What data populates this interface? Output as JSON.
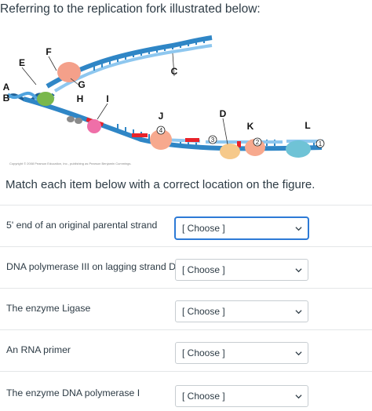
{
  "question": {
    "title": "Referring to the replication fork illustrated below:",
    "instruction": "Match each item below with a correct location on the figure."
  },
  "figure": {
    "letters": [
      "A",
      "B",
      "C",
      "D",
      "E",
      "F",
      "G",
      "H",
      "I",
      "J",
      "K",
      "L"
    ],
    "numbers": [
      "1",
      "2",
      "3",
      "4"
    ],
    "copyright": "Copyright © 2008 Pearson Education, Inc., publishing as Pearson Benjamin Cummings."
  },
  "matches": [
    {
      "label": "5' end of an original parental strand",
      "selected": "[ Choose ]",
      "focused": true
    },
    {
      "label": "DNA polymerase III on lagging strand DNA",
      "selected": "[ Choose ]",
      "focused": false
    },
    {
      "label": "The enzyme Ligase",
      "selected": "[ Choose ]",
      "focused": false
    },
    {
      "label": "An RNA primer",
      "selected": "[ Choose ]",
      "focused": false
    },
    {
      "label": "The enzyme DNA polymerase I",
      "selected": "[ Choose ]",
      "focused": false
    }
  ],
  "colors": {
    "strand": "#2f86c6",
    "strand_light": "#4fa3de",
    "primer": "#e8232a",
    "helicase": "#f4a08a",
    "topoisomerase": "#7ab84c",
    "primase": "#ef6fa8",
    "polymerase": "#f7a98e",
    "ligase": "#f6c98a",
    "clamp": "#6fc3d6"
  }
}
